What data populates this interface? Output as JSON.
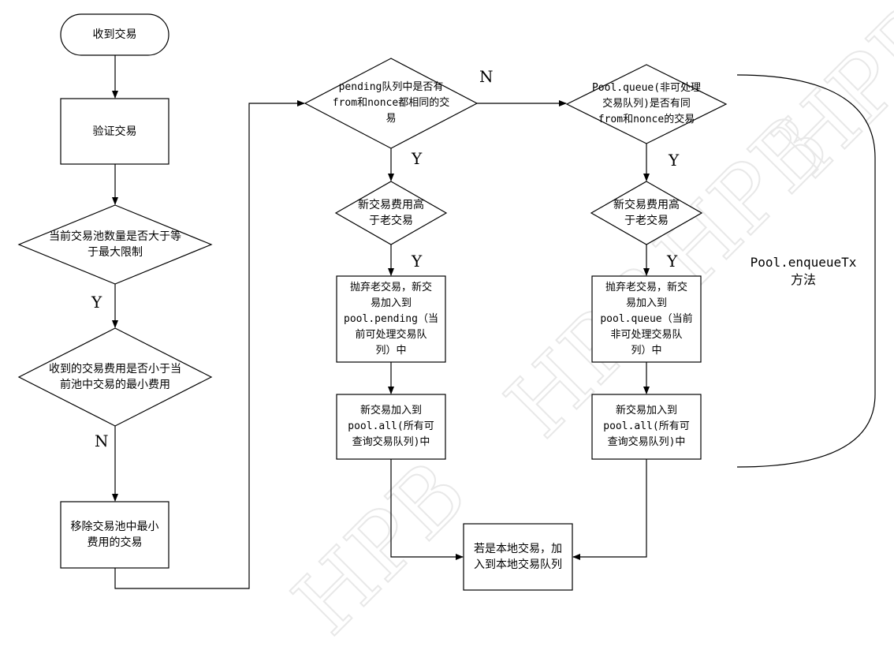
{
  "nodes": {
    "start": "收到交易",
    "validate": "验证交易",
    "pool_count_check": "当前交易池数量是否大于等\n于最大限制",
    "fee_min_check": "收到的交易费用是否小于当\n前池中交易的最小费用",
    "remove_min": "移除交易池中最小\n费用的交易",
    "pending_check": "pending队列中是否有\nfrom和nonce都相同的交\n易",
    "queue_check": "Pool.queue(非可处理\n交易队列)是否有同\nfrom和nonce的交易",
    "fee_higher_pending": "新交易费用高\n于老交易",
    "fee_higher_queue": "新交易费用高\n于老交易",
    "replace_pending": "抛弃老交易，新交\n易加入到\npool.pending（当\n前可处理交易队\n列）中",
    "replace_queue": "抛弃老交易，新交\n易加入到\npool.queue（当前\n非可处理交易队\n列）中",
    "add_all_pending": "新交易加入到\npool.all(所有可\n查询交易队列)中",
    "add_all_queue": "新交易加入到\npool.all(所有可\n查询交易队列)中",
    "local": "若是本地交易，加\n入到本地交易队列"
  },
  "edge_labels": {
    "count_yes": "Y",
    "fee_min_no": "N",
    "pending_no": "N",
    "pending_yes": "Y",
    "pending_fee_yes": "Y",
    "queue_yes": "Y",
    "queue_fee_yes": "Y"
  },
  "method_label": "Pool.enqueueTx\n方法",
  "watermark": {
    "text": "HPB",
    "color": "#e6e6e6"
  }
}
